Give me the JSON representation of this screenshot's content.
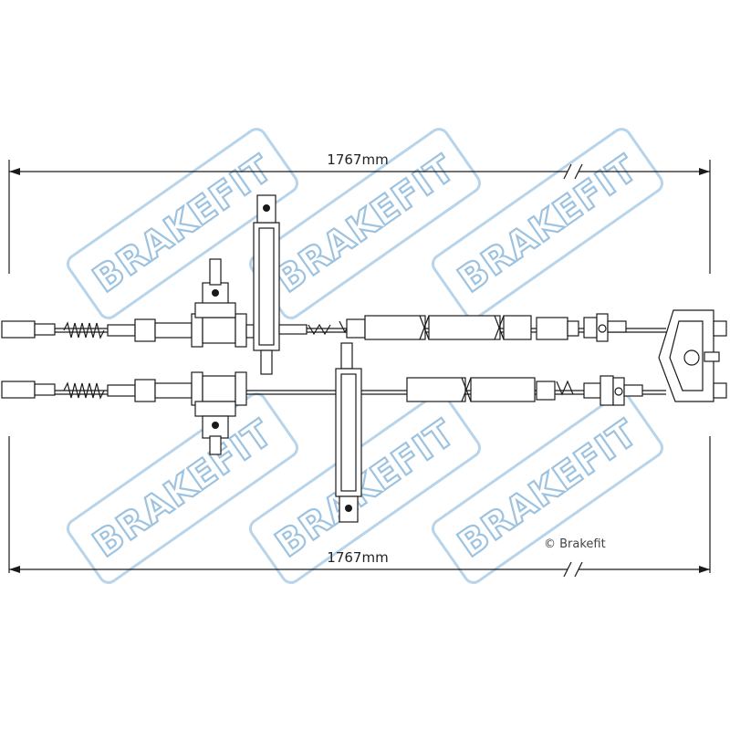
{
  "watermark": {
    "text": "BRAKEFIT",
    "color": "#9dc3e0"
  },
  "dimensions": {
    "top_length": "1767mm",
    "bottom_length": "1767mm"
  },
  "copyright": "© Brakefit"
}
